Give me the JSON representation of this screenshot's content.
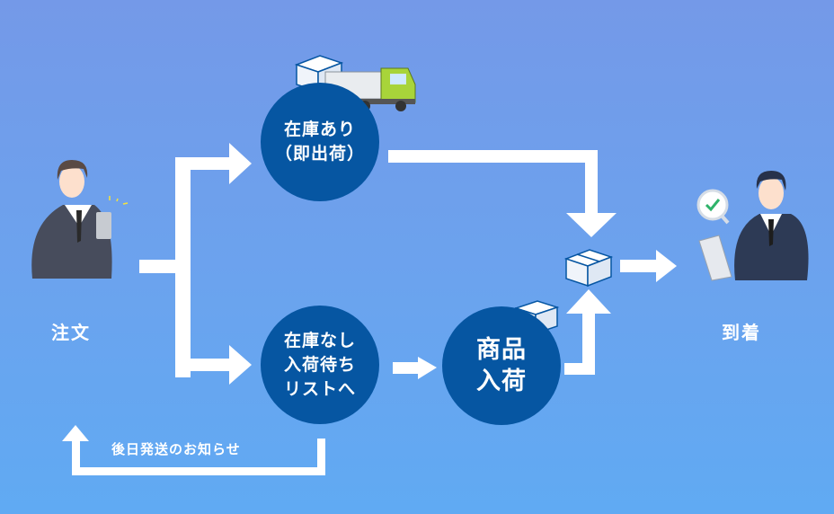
{
  "nodes": {
    "order": "注文",
    "in_stock": "在庫あり\n（即出荷）",
    "out_of_stock": "在庫なし\n入荷待ち\nリストへ",
    "restock": "商品\n入荷",
    "arrival": "到着"
  },
  "feedback_label": "後日発送のお知らせ",
  "colors": {
    "circle": "#0656a2",
    "arrow": "#ffffff",
    "background_top": "#7499e8",
    "background_bottom": "#60aaf3",
    "truck": "#a8d43a"
  },
  "icons": [
    "businessman-phone-icon",
    "box-icon",
    "truck-icon",
    "businessman-document-icon",
    "check-magnifier-icon"
  ]
}
